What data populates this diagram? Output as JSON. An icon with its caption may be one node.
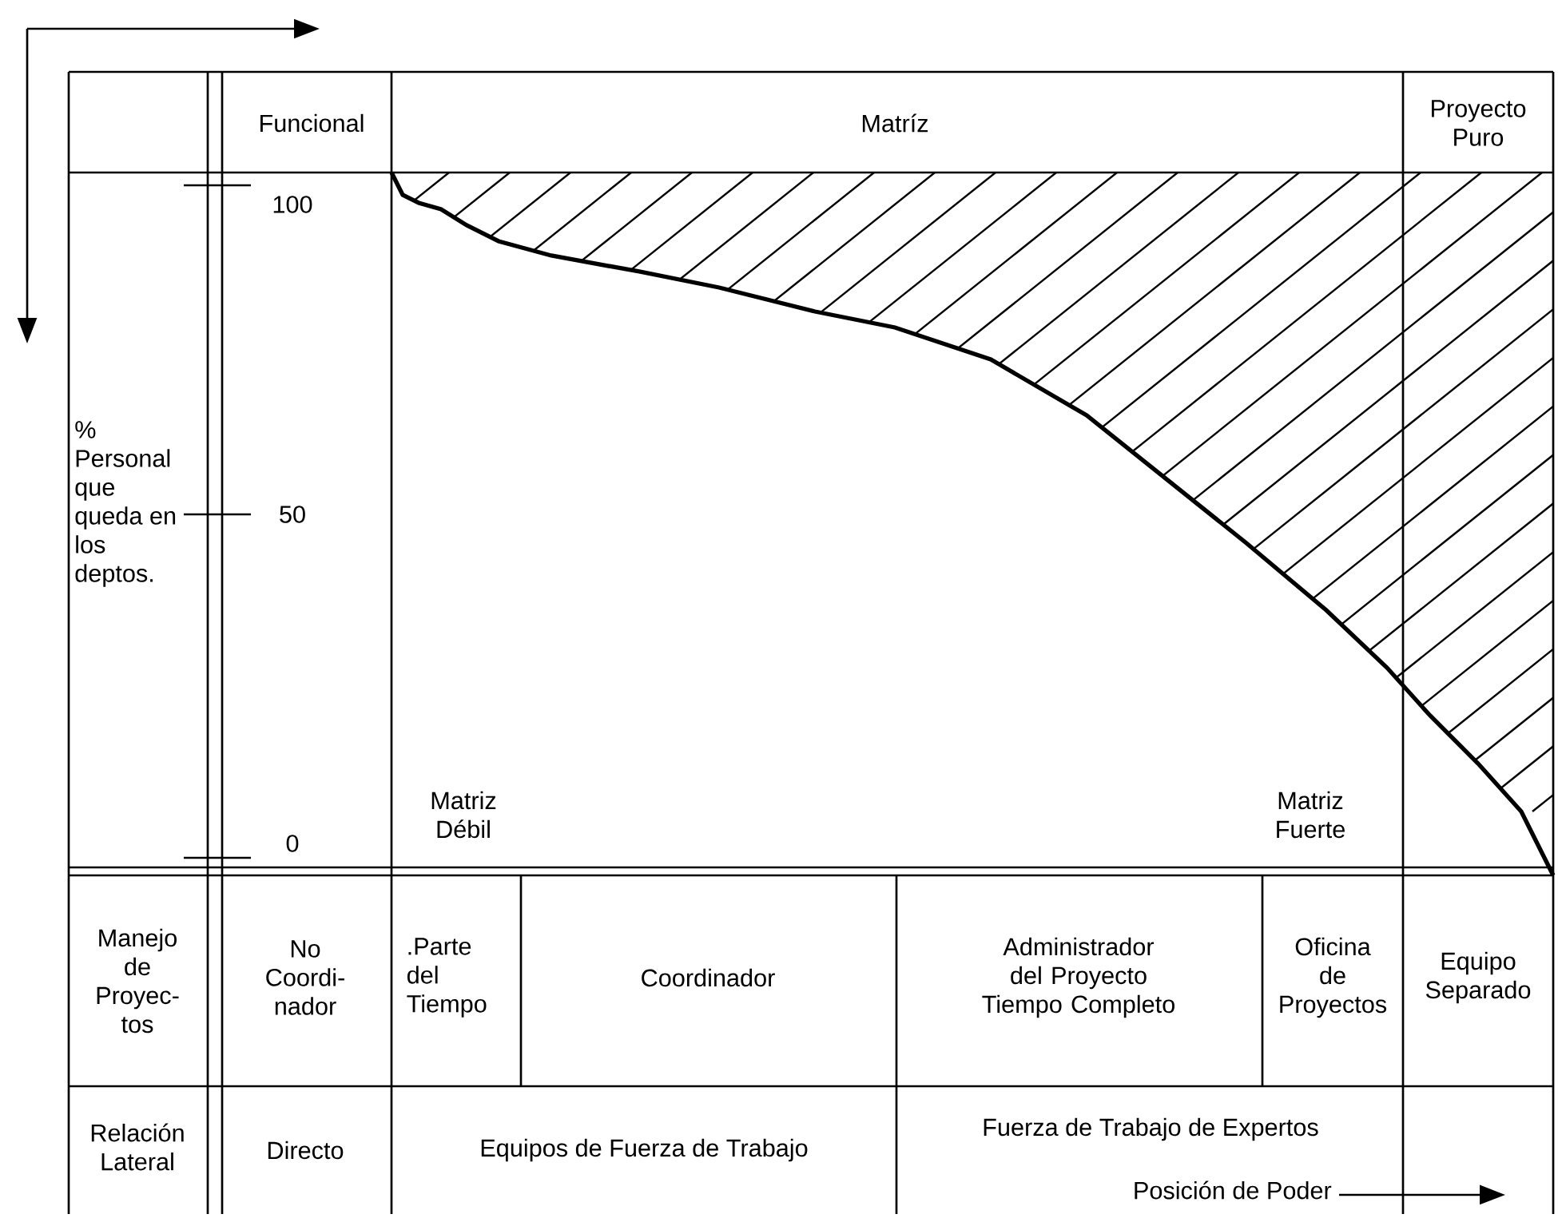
{
  "diagram": {
    "labels": [
      "Funcional",
      "Matríz",
      "Proyecto Puro",
      "100",
      "% Personal que queda en los deptos.",
      "50",
      "Matriz Débil",
      "Matriz Fuerte",
      "0",
      "Manejo de Proyec- tos",
      "No Coordi- nador",
      ".Parte del Tiempo",
      "Coordinador",
      "Administrador del Proyecto Tiempo Completo",
      "Oficina de Proyectos",
      "Equipo Separado",
      "Relación Lateral",
      "Directo",
      "Equipos de Fuerza de Trabajo",
      "Fuerza de Trabajo de Expertos",
      "Posición de Poder"
    ]
  }
}
